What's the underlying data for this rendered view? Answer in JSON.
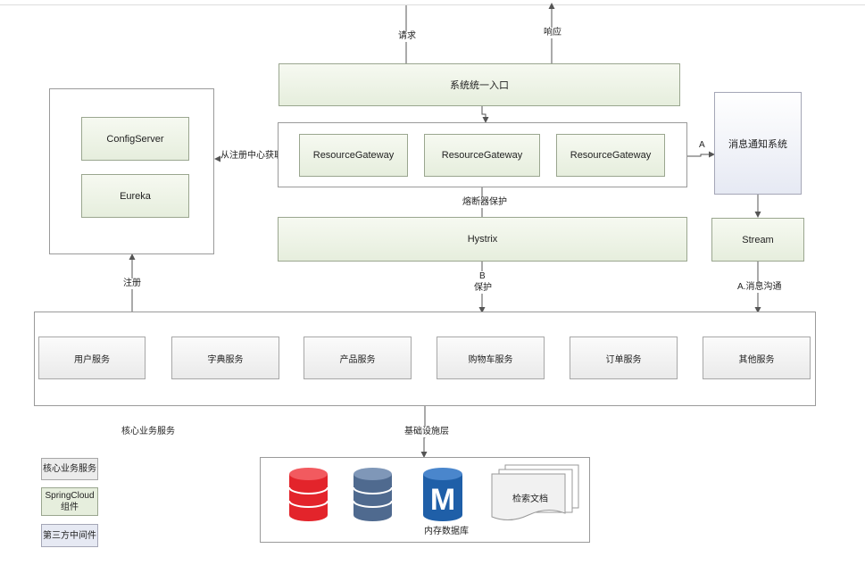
{
  "flow": {
    "request": "请求",
    "response": "响应",
    "get_instance": "从注册中心获取服务实例",
    "circuit_breaker": "熔断器保护",
    "b_label": "B",
    "protect": "保护",
    "register": "注册",
    "a_label": "A",
    "message_comm": "A.消息沟通",
    "infrastructure": "基础设施层"
  },
  "entry": {
    "label": "系统统一入口"
  },
  "gateways": [
    "ResourceGateway",
    "ResourceGateway",
    "ResourceGateway"
  ],
  "hystrix": {
    "label": "Hystrix"
  },
  "registry": {
    "config_server": "ConfigServer",
    "eureka": "Eureka"
  },
  "messaging": {
    "notify_system": "消息通知系统",
    "stream": "Stream"
  },
  "services": {
    "items": [
      "用户服务",
      "字典服务",
      "产品服务",
      "购物车服务",
      "订单服务",
      "其他服务"
    ],
    "caption": "核心业务服务"
  },
  "infra": {
    "memory_db": "内存数据库",
    "search_docs": "检索文档"
  },
  "legend": {
    "core": "核心业务服务",
    "springcloud_line1": "SpringCloud",
    "springcloud_line2": "组件",
    "third_party": "第三方中间件"
  },
  "colors": {
    "core_fill": "#ececec",
    "springcloud_fill": "#e6eedd",
    "third_party_fill": "#e6e9f3",
    "db_red": "#e3242b",
    "db_slate": "#4f6a8f",
    "db_blue": "#1f5fa8"
  },
  "icons": [
    "database-red-icon",
    "database-slate-icon",
    "memory-database-m-icon",
    "documents-icon"
  ]
}
